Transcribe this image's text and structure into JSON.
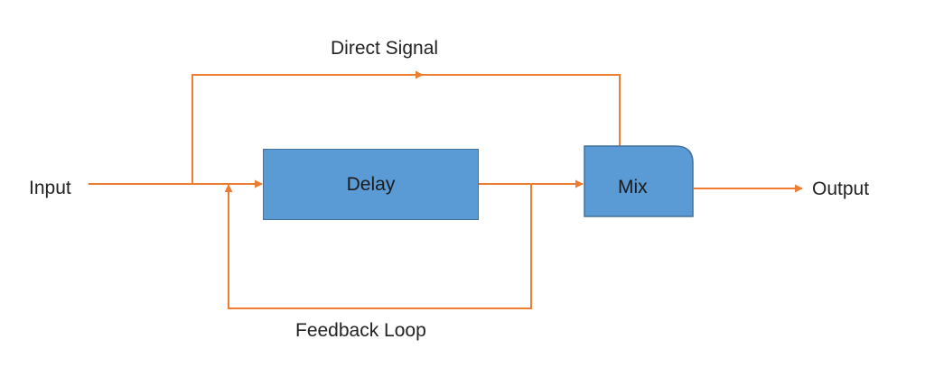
{
  "colors": {
    "wire": "#ed7d31",
    "block_fill": "#5b9bd5",
    "block_border": "#41719c",
    "text": "#222222"
  },
  "labels": {
    "input": "Input",
    "output": "Output",
    "direct_signal": "Direct Signal",
    "feedback_loop": "Feedback Loop"
  },
  "blocks": {
    "delay": "Delay",
    "mix": "Mix"
  }
}
